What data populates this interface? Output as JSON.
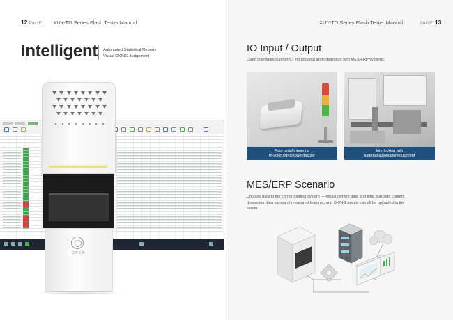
{
  "left_page": {
    "page_number": "12",
    "page_word": "PAGE",
    "manual_title": "XUY-TD Series Flash Tester Manual",
    "big_title": "Intelligent",
    "subtitle_lines": [
      "Automated Statistical Reports",
      "Visual OK/NG Judgement"
    ],
    "machine_label": "OPEN"
  },
  "right_page": {
    "manual_title": "XUY-TD Series Flash Tester Manual",
    "page_word": "PAGE",
    "page_number": "13",
    "io_section": {
      "title": "IO Input / Output",
      "description": "Open interfaces support IO input/output and integration with MES/ERP systems.",
      "photos": [
        {
          "caption_lines": [
            "Foot-pedal triggering",
            "tri-color signal tower/buzzer"
          ]
        },
        {
          "caption_lines": [
            "Interlocking with",
            "external automationequipment"
          ]
        }
      ]
    },
    "mes_section": {
      "title": "MES/ERP Scenario",
      "description_lines": [
        "Uploads data to the corresponding system — measurement date and time, barcode content",
        "dimension data names of measured features, and OK/NG results can all be uploaded to the",
        "server"
      ]
    }
  },
  "colors": {
    "caption_bg": "#1f4f7a",
    "ok_green": "#3fa34d",
    "ng_red": "#d73b3b",
    "tower_red": "#d94a3a",
    "tower_yellow": "#e7b23a",
    "tower_green": "#4fb548"
  }
}
